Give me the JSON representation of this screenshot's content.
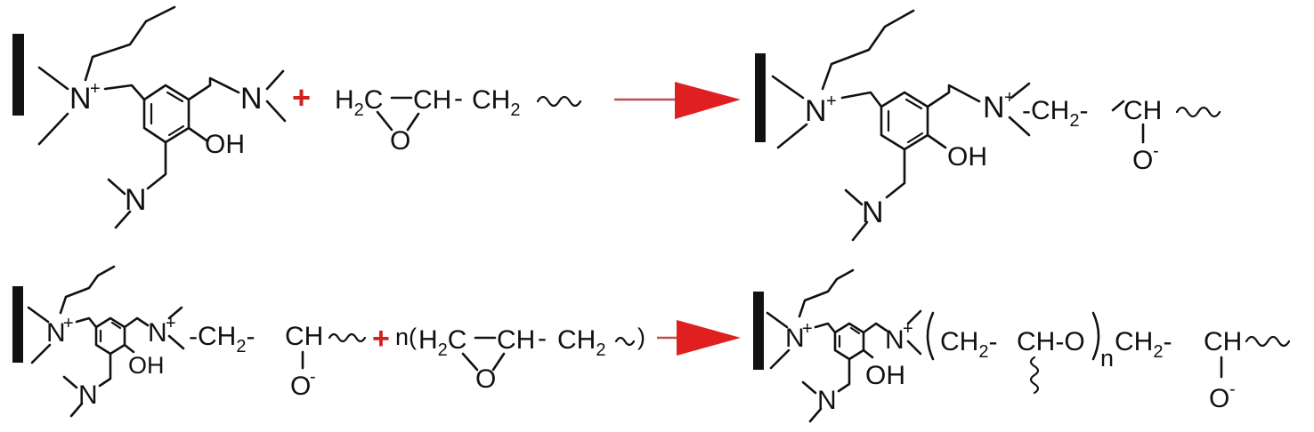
{
  "reaction_1": {
    "reactant_a": {
      "cation": "N",
      "charge": "+",
      "hydroxyl": "OH",
      "amine_1": "N",
      "amine_2": "N"
    },
    "plus_sign": "+",
    "reactant_b": {
      "h2c_main": "H",
      "h2c_sub": "2",
      "h2c_c": "C",
      "ch": "CH",
      "dash": "-",
      "ch2_main": "CH",
      "ch2_sub": "2",
      "oxygen": "O"
    },
    "arrow_color": "#e02020",
    "product": {
      "cation": "N",
      "charge": "+",
      "hydroxyl": "OH",
      "amine": "N",
      "cation_2": "N",
      "charge_2": "+",
      "ch2_main": "CH",
      "ch2_sub": "2",
      "dash": "-",
      "ch": "CH",
      "alkoxide": "O",
      "alkoxide_charge": "-"
    }
  },
  "reaction_2": {
    "reactant_a": {
      "cation": "N",
      "charge": "+",
      "hydroxyl": "OH",
      "amine": "N",
      "cation_2": "N",
      "charge_2": "+",
      "ch2_main": "CH",
      "ch2_sub": "2",
      "dash": "-",
      "ch": "CH",
      "alkoxide": "O",
      "alkoxide_charge": "-"
    },
    "plus_sign": "+",
    "n_coefficient": "n(",
    "reactant_b": {
      "h2c_main": "H",
      "h2c_sub": "2",
      "h2c_c": "C",
      "ch": "CH",
      "dash": "-",
      "ch2_main": "CH",
      "ch2_sub": "2",
      "close_paren": ")",
      "oxygen": "O"
    },
    "arrow_color": "#e02020",
    "product": {
      "cation": "N",
      "charge": "+",
      "hydroxyl": "OH",
      "amine": "N",
      "cation_2": "N",
      "charge_2": "+",
      "repeat_unit": "CH",
      "repeat_sub": "2",
      "repeat_dash": "-",
      "repeat_ch": "CH-O",
      "repeat_n": "n",
      "ch2_main": "CH",
      "ch2_sub": "2",
      "dash": "-",
      "ch": "CH",
      "alkoxide": "O",
      "alkoxide_charge": "-"
    }
  },
  "colors": {
    "plus": "#d02020",
    "arrow_head": "#e02020",
    "arrow_line": "#c05050",
    "ink": "#111111"
  }
}
